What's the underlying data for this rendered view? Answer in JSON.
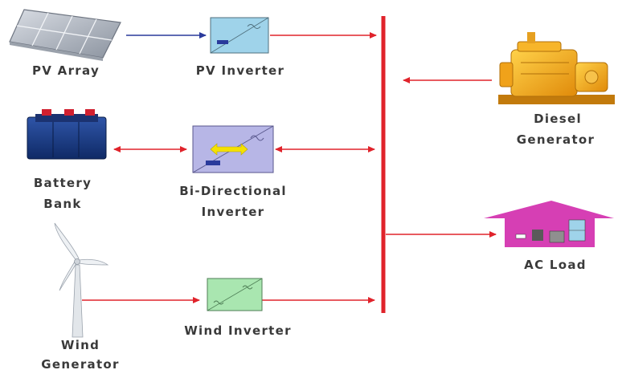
{
  "labels": {
    "pv_array": "PV Array",
    "pv_inverter": "PV Inverter",
    "battery_bank_line1": "Battery",
    "battery_bank_line2": "Bank",
    "bidirectional_line1": "Bi-Directional",
    "bidirectional_line2": "Inverter",
    "wind_inverter": "Wind Inverter",
    "wind_generator_line1": "Wind",
    "wind_generator_line2": "Generator",
    "diesel_line1": "Diesel",
    "diesel_line2": "Generator",
    "ac_load": "AC Load"
  },
  "colors": {
    "bus": "#e0232b",
    "arrow_red": "#e0232b",
    "arrow_blue": "#2a3a9c",
    "inverter_pv": "#9fd3ea",
    "inverter_bidir": "#b7b6e6",
    "inverter_wind": "#a9e6b0",
    "house": "#d63fb4",
    "diesel": "#f2a516"
  },
  "icons": [
    "solar-panel-icon",
    "battery-icon",
    "wind-turbine-icon",
    "diesel-generator-icon",
    "house-icon",
    "inverter-icon"
  ]
}
